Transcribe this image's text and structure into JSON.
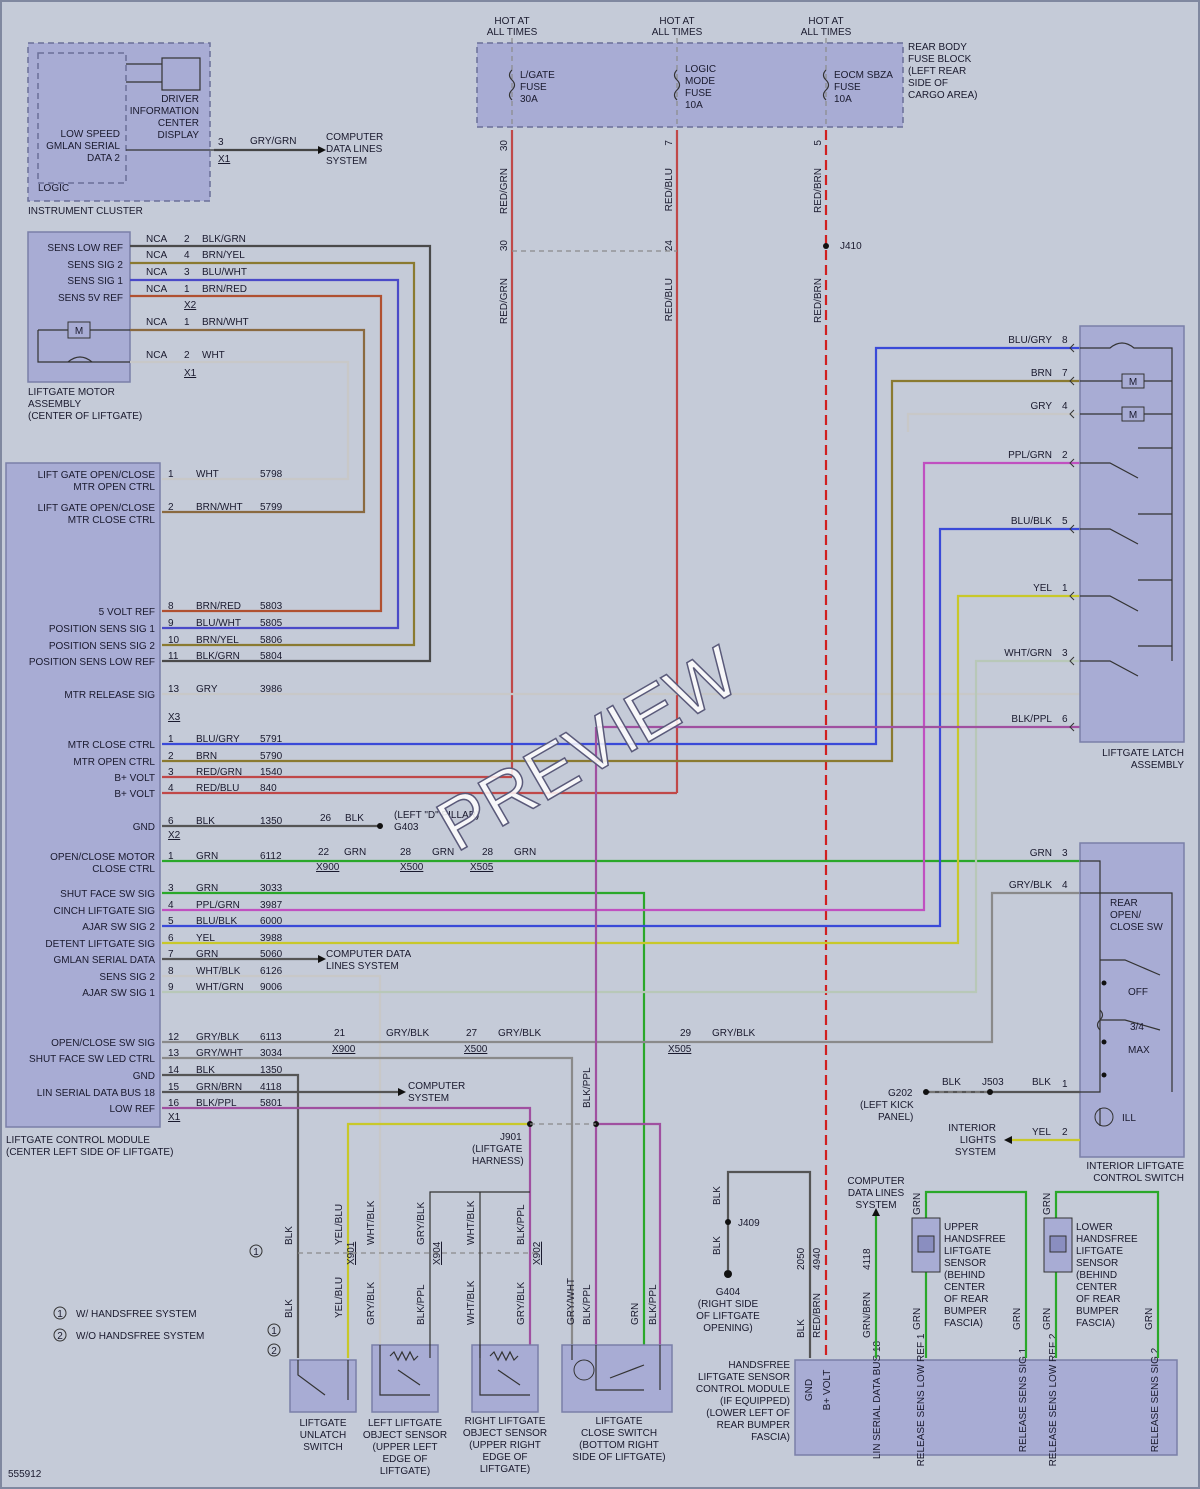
{
  "modules": {
    "instrument_cluster": "INSTRUMENT CLUSTER",
    "logic": "LOGIC",
    "dic": [
      "DRIVER",
      "INFORMATION",
      "CENTER",
      "DISPLAY"
    ],
    "low_speed": [
      "LOW SPEED",
      "GMLAN SERIAL",
      "DATA 2"
    ],
    "motor_assembly": [
      "LIFTGATE MOTOR",
      "ASSEMBLY",
      "(CENTER OF LIFTGATE)"
    ],
    "control_module": [
      "LIFTGATE CONTROL MODULE",
      "(CENTER LEFT SIDE OF LIFTGATE)"
    ],
    "latch_assembly": [
      "LIFTGATE LATCH",
      "ASSEMBLY"
    ],
    "interior_switch": [
      "INTERIOR LIFTGATE",
      "CONTROL SWITCH"
    ],
    "rear_fuse": [
      "REAR BODY",
      "FUSE BLOCK",
      "(LEFT REAR",
      "SIDE OF",
      "CARGO AREA)"
    ],
    "handsfree_module": [
      "HANDSFREE",
      "LIFTGATE SENSOR",
      "CONTROL MODULE",
      "(IF EQUIPPED)",
      "(LOWER LEFT OF",
      "REAR BUMPER",
      "FASCIA)"
    ],
    "upper_sensor": [
      "UPPER",
      "HANDSFREE",
      "LIFTGATE",
      "SENSOR",
      "(BEHIND",
      "CENTER",
      "OF REAR",
      "BUMPER",
      "FASCIA)"
    ],
    "lower_sensor": [
      "LOWER",
      "HANDSFREE",
      "LIFTGATE",
      "SENSOR",
      "(BEHIND",
      "CENTER",
      "OF REAR",
      "BUMPER",
      "FASCIA)"
    ],
    "unlatch": [
      "LIFTGATE",
      "UNLATCH",
      "SWITCH"
    ],
    "left_sensor": [
      "LEFT LIFTGATE",
      "OBJECT SENSOR",
      "(UPPER LEFT",
      "EDGE OF",
      "LIFTGATE)"
    ],
    "right_sensor": [
      "RIGHT LIFTGATE",
      "OBJECT SENSOR",
      "(UPPER RIGHT",
      "EDGE OF",
      "LIFTGATE)"
    ],
    "close_switch": [
      "LIFTGATE",
      "CLOSE SWITCH",
      "(BOTTOM RIGHT",
      "SIDE OF LIFTGATE)"
    ],
    "rear_open": [
      "REAR",
      "OPEN/",
      "CLOSE SW"
    ],
    "off": "OFF",
    "three_quarter": "3/4",
    "max": "MAX",
    "ill": "ILL"
  },
  "fuses": {
    "hot": [
      "HOT AT",
      "ALL TIMES"
    ],
    "lgate": [
      "L/GATE",
      "FUSE",
      "30A"
    ],
    "logic": [
      "LOGIC",
      "MODE",
      "FUSE",
      "10A"
    ],
    "eocm": [
      "EOCM SBZA",
      "FUSE",
      "10A"
    ]
  },
  "refs": {
    "computer_data": [
      "COMPUTER",
      "DATA LINES",
      "SYSTEM"
    ],
    "computer_data2": [
      "COMPUTER DATA",
      "LINES SYSTEM"
    ],
    "j410": "J410",
    "j409": "J409",
    "j503": "J503",
    "j901": [
      "J901",
      "(LIFTGATE",
      "HARNESS)"
    ],
    "g403": [
      "(LEFT \"D\" PILLAR)",
      "G403"
    ],
    "g202": [
      "G202",
      "(LEFT KICK",
      "PANEL)"
    ],
    "g404": [
      "G404",
      "(RIGHT SIDE",
      "OF LIFTGATE",
      "OPENING)"
    ],
    "interior_lights": [
      "INTERIOR",
      "LIGHTS",
      "SYSTEM"
    ],
    "legend1": "W/ HANDSFREE SYSTEM",
    "legend2": "W/O HANDSFREE SYSTEM",
    "legend_n1": "1",
    "legend_n2": "2",
    "doc_id": "555912",
    "watermark": "PREVIEW"
  },
  "motor_pins": [
    {
      "name": "SENS LOW REF",
      "nca": "NCA",
      "pin": "2",
      "wire": "BLK/GRN"
    },
    {
      "name": "SENS SIG 2",
      "nca": "NCA",
      "pin": "4",
      "wire": "BRN/YEL"
    },
    {
      "name": "SENS SIG 1",
      "nca": "NCA",
      "pin": "3",
      "wire": "BLU/WHT"
    },
    {
      "name": "SENS 5V REF",
      "nca": "NCA",
      "pin": "1",
      "wire": "BRN/RED"
    },
    {
      "name": "",
      "nca": "NCA",
      "pin": "1",
      "wire": "BRN/WHT"
    },
    {
      "name": "",
      "nca": "NCA",
      "pin": "2",
      "wire": "WHT"
    }
  ],
  "lcm_pins": [
    {
      "n": "1",
      "label": "LIFT GATE OPEN/CLOSE MTR OPEN CTRL",
      "wire": "WHT",
      "circ": "5798"
    },
    {
      "n": "2",
      "label": "LIFT GATE OPEN/CLOSE MTR CLOSE CTRL",
      "wire": "BRN/WHT",
      "circ": "5799"
    },
    {
      "n": "8",
      "label": "5 VOLT REF",
      "wire": "BRN/RED",
      "circ": "5803"
    },
    {
      "n": "9",
      "label": "POSITION SENS SIG 1",
      "wire": "BLU/WHT",
      "circ": "5805"
    },
    {
      "n": "10",
      "label": "POSITION SENS SIG 2",
      "wire": "BRN/YEL",
      "circ": "5806"
    },
    {
      "n": "11",
      "label": "POSITION SENS LOW REF",
      "wire": "BLK/GRN",
      "circ": "5804"
    },
    {
      "n": "13",
      "label": "MTR RELEASE SIG",
      "wire": "GRY",
      "circ": "3986"
    },
    {
      "n": "1",
      "label": "MTR CLOSE CTRL",
      "wire": "BLU/GRY",
      "circ": "5791"
    },
    {
      "n": "2",
      "label": "MTR OPEN CTRL",
      "wire": "BRN",
      "circ": "5790"
    },
    {
      "n": "3",
      "label": "B+ VOLT",
      "wire": "RED/GRN",
      "circ": "1540"
    },
    {
      "n": "4",
      "label": "B+ VOLT",
      "wire": "RED/BLU",
      "circ": "840"
    },
    {
      "n": "6",
      "label": "GND",
      "wire": "BLK",
      "circ": "1350"
    },
    {
      "n": "1",
      "label": "OPEN/CLOSE MOTOR CLOSE CTRL",
      "wire": "GRN",
      "circ": "6112"
    },
    {
      "n": "3",
      "label": "SHUT FACE SW SIG",
      "wire": "GRN",
      "circ": "3033"
    },
    {
      "n": "4",
      "label": "CINCH LIFTGATE SIG",
      "wire": "PPL/GRN",
      "circ": "3987"
    },
    {
      "n": "5",
      "label": "AJAR SW SIG 2",
      "wire": "BLU/BLK",
      "circ": "6000"
    },
    {
      "n": "6",
      "label": "DETENT LIFTGATE SIG",
      "wire": "YEL",
      "circ": "3988"
    },
    {
      "n": "7",
      "label": "GMLAN SERIAL DATA",
      "wire": "GRN",
      "circ": "5060"
    },
    {
      "n": "8",
      "label": "SENS SIG 2",
      "wire": "WHT/BLK",
      "circ": "6126"
    },
    {
      "n": "9",
      "label": "AJAR SW SIG 1",
      "wire": "WHT/GRN",
      "circ": "9006"
    },
    {
      "n": "12",
      "label": "OPEN/CLOSE SW SIG",
      "wire": "GRY/BLK",
      "circ": "6113"
    },
    {
      "n": "13",
      "label": "SHUT FACE SW LED CTRL",
      "wire": "GRY/WHT",
      "circ": "3034"
    },
    {
      "n": "14",
      "label": "GND",
      "wire": "BLK",
      "circ": "1350"
    },
    {
      "n": "15",
      "label": "LIN SERIAL DATA BUS 18",
      "wire": "GRN/BRN",
      "circ": "4118"
    },
    {
      "n": "16",
      "label": "LOW REF",
      "wire": "BLK/PPL",
      "circ": "5801"
    }
  ],
  "latch_pins": [
    {
      "wire": "BLU/GRY",
      "pin": "8"
    },
    {
      "wire": "BRN",
      "pin": "7"
    },
    {
      "wire": "GRY",
      "pin": "4"
    },
    {
      "wire": "PPL/GRN",
      "pin": "2"
    },
    {
      "wire": "BLU/BLK",
      "pin": "5"
    },
    {
      "wire": "YEL",
      "pin": "1"
    },
    {
      "wire": "WHT/GRN",
      "pin": "3"
    },
    {
      "wire": "BLK/PPL",
      "pin": "6"
    }
  ],
  "interior_pins": [
    {
      "wire": "GRN",
      "pin": "3"
    },
    {
      "wire": "GRY/BLK",
      "pin": "4"
    },
    {
      "wire": "BLK",
      "pin": "1"
    },
    {
      "wire": "YEL",
      "pin": "2"
    }
  ],
  "hf_pins": [
    "GND",
    "B+ VOLT",
    "LIN SERIAL DATA BUS 18",
    "RELEASE SENS LOW REF 1",
    "RELEASE SENS SIG 1",
    "RELEASE SENS LOW REF 2",
    "RELEASE SENS SIG 2"
  ],
  "misc": {
    "gry_grn": "GRY/GRN",
    "red_grn": "RED/GRN",
    "red_blu": "RED/BLU",
    "red_brn": "RED/BRN",
    "blk": "BLK",
    "grn": "GRN",
    "gry_blk": "GRY/BLK",
    "yel_blu": "YEL/BLU",
    "wht_blk": "WHT/BLK",
    "blk_ppl": "BLK/PPL",
    "gry_wht": "GRY/WHT",
    "grn_brn": "GRN/BRN",
    "2050": "2050",
    "4940": "4940",
    "4118": "4118",
    "x1": "X1",
    "x2": "X2",
    "x3": "X3",
    "x900": "X900",
    "x500": "X500",
    "x505": "X505",
    "x901": "X901",
    "x904": "X904",
    "x902": "X902",
    "p3": "3",
    "p30": "30",
    "p7": "7",
    "p5": "5",
    "p24": "24",
    "p26": "26",
    "p22": "22",
    "p28": "28",
    "p21": "21",
    "p27": "27",
    "p29": "29"
  }
}
